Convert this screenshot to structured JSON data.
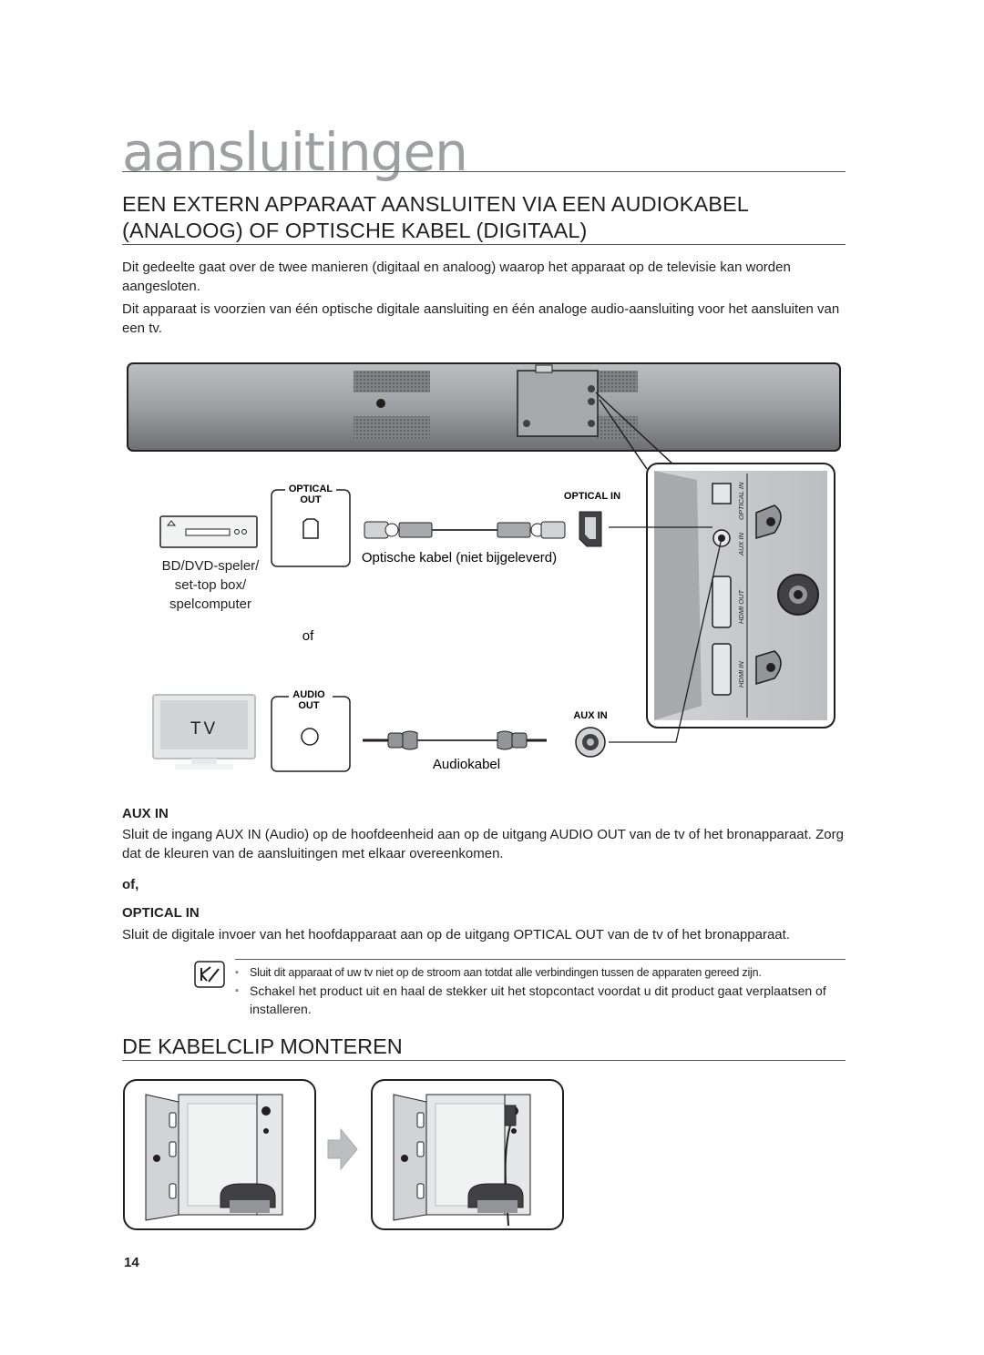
{
  "chapter_title": "aansluitingen",
  "section1": {
    "heading": "EEN EXTERN APPARAAT AANSLUITEN VIA EEN AUDIOKABEL (ANALOOG) OF OPTISCHE KABEL (DIGITAAL)",
    "para1": "Dit gedeelte gaat over de twee manieren (digitaal en analoog) waarop het apparaat op de televisie kan worden aangesloten.",
    "para2": "Dit apparaat is voorzien van één optische digitale aansluiting en één analoge audio-aansluiting voor het aansluiten van een tv."
  },
  "diagram": {
    "optical_out_line1": "OPTICAL",
    "optical_out_line2": "OUT",
    "optical_in": "OPTICAL IN",
    "optical_cable": "Optische kabel (niet bijgeleverd)",
    "device_line1": "BD/DVD-speler/",
    "device_line2": "set-top box/",
    "device_line3": "spelcomputer",
    "or": "of",
    "audio_out_line1": "AUDIO",
    "audio_out_line2": "OUT",
    "tv": "TV",
    "aux_in": "AUX IN",
    "audio_cable": "Audiokabel",
    "panel_optical_in": "OPTICAL IN",
    "panel_aux_in": "AUX IN",
    "panel_hdmi_out": "HDMI OUT",
    "panel_hdmi_in": "HDMI IN"
  },
  "aux": {
    "heading": "AUX IN",
    "text": "Sluit de ingang AUX IN (Audio) op de hoofdeenheid aan op de uitgang AUDIO OUT van de tv of het bronapparaat. Zorg dat de kleuren van de aansluitingen met elkaar overeenkomen."
  },
  "or_label": "of,",
  "optical": {
    "heading": "OPTICAL IN",
    "text": "Sluit de digitale invoer van het hoofdapparaat aan op de uitgang OPTICAL OUT van de tv of het bronapparaat."
  },
  "notes": [
    "Sluit dit apparaat of uw tv niet op de stroom aan totdat alle verbindingen tussen de apparaten gereed zijn.",
    "Schakel het product uit en haal de stekker uit het stopcontact voordat u dit product gaat verplaatsen of installeren."
  ],
  "section2": {
    "heading": "DE KABELCLIP MONTEREN"
  },
  "page_number": "14"
}
